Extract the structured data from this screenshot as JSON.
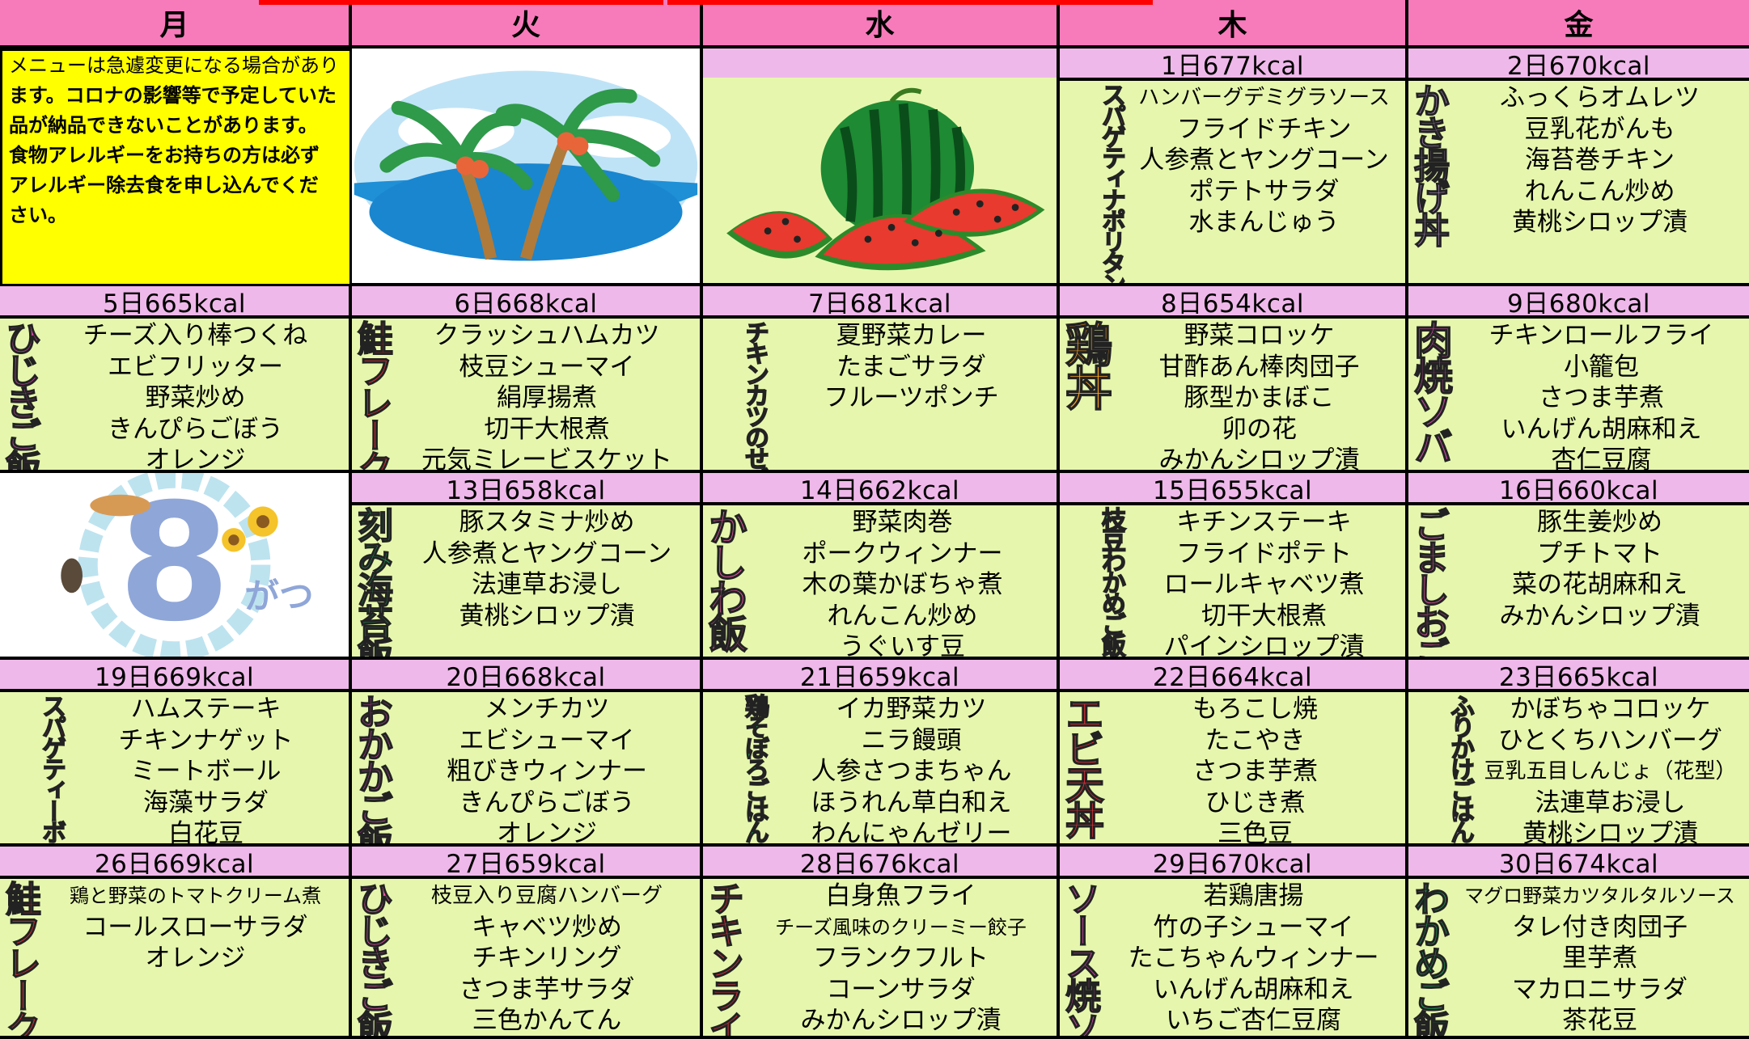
{
  "headers": [
    "月",
    "火",
    "水",
    "木",
    "金"
  ],
  "notice": {
    "lines": [
      "メニューは急遽変更になる場合があり",
      "ます。コロナの影響等で予定していた",
      "品が納品できないことがあります。",
      "食物アレルギーをお持ちの方は必ず",
      "アレルギー除去食を申し込んでくだ",
      "さい。"
    ]
  },
  "weeks": [
    [
      {
        "blank": true,
        "art": "notice"
      },
      {
        "blank": true,
        "art": "palm-trees-icon"
      },
      {
        "blank": true,
        "art": "watermelon-icon"
      },
      {
        "date": "1日677kcal",
        "main": "スパゲティナポリタン",
        "main_color": "#f97a1b",
        "items": [
          "ハンバーグデミグラソース",
          "フライドチキン",
          "人参煮とヤングコーン",
          "ポテトサラダ",
          "水まんじゅう"
        ]
      },
      {
        "date": "2日670kcal",
        "main": "かき揚げ丼",
        "main_color": "#c9a0dc",
        "items": [
          "ふっくらオムレツ",
          "豆乳花がんも",
          "海苔巻チキン",
          "れんこん炒め",
          "黄桃シロップ漬"
        ]
      }
    ],
    [
      {
        "date": "5日665kcal",
        "main": "ひじきご飯",
        "main_color": "#c54aa0",
        "items": [
          "チーズ入り棒つくね",
          "エビフリッター",
          "野菜炒め",
          "きんぴらごぼう",
          "オレンジ"
        ]
      },
      {
        "date": "6日668kcal",
        "main": "鮭フレーク飯",
        "main_color": "#f0303a",
        "items": [
          "クラッシュハムカツ",
          "枝豆シューマイ",
          "絹厚揚煮",
          "切干大根煮",
          "元気ミレービスケット"
        ]
      },
      {
        "date": "7日681kcal",
        "main": "チキンカツのせご飯",
        "main_color": "#f9a01b",
        "items": [
          "夏野菜カレー",
          "たまごサラダ",
          "フルーツポンチ"
        ]
      },
      {
        "date": "8日654kcal",
        "main": "鶏丼",
        "main_color": "#f9a01b",
        "items": [
          "野菜コロッケ",
          "甘酢あん棒肉団子",
          "豚型かまぼこ",
          "卯の花",
          "みかんシロップ漬"
        ]
      },
      {
        "date": "9日680kcal",
        "main": "肉焼ソバ",
        "main_color": "#c54aa0",
        "items": [
          "チキンロールフライ",
          "小籠包",
          "さつま芋煮",
          "いんげん胡麻和え",
          "杏仁豆腐"
        ]
      }
    ],
    [
      {
        "blank": true,
        "art": "august-8-icon"
      },
      {
        "date": "13日658kcal",
        "main": "刻み海苔飯",
        "main_color": "#19b05a",
        "items": [
          "豚スタミナ炒め",
          "人参煮とヤングコーン",
          "法連草お浸し",
          "黄桃シロップ漬"
        ]
      },
      {
        "date": "14日662kcal",
        "main": "かしわ飯",
        "main_color": "#f25aa8",
        "items": [
          "野菜肉巻",
          "ポークウィンナー",
          "木の葉かぼちゃ煮",
          "れんこん炒め",
          "うぐいす豆"
        ]
      },
      {
        "date": "15日655kcal",
        "main": "枝豆わかめご飯",
        "main_color": "#19b05a",
        "items": [
          "キチンステーキ",
          "フライドポテト",
          "ロールキャベツ煮",
          "切干大根煮",
          "パインシロップ漬"
        ]
      },
      {
        "date": "16日660kcal",
        "main": "ごましおご飯",
        "main_color": "#f25aa8",
        "items": [
          "豚生姜炒め",
          "プチトマト",
          "菜の花胡麻和え",
          "みかんシロップ漬"
        ]
      }
    ],
    [
      {
        "date": "19日669kcal",
        "main": "スパゲティーボロネーゼ",
        "main_color": "#f0303a",
        "items": [
          "ハムステーキ",
          "チキンナゲット",
          "ミートボール",
          "海藻サラダ",
          "白花豆"
        ]
      },
      {
        "date": "20日668kcal",
        "main": "おかかご飯",
        "main_color": "#c54aa0",
        "items": [
          "メンチカツ",
          "エビシューマイ",
          "粗びきウィンナー",
          "きんぴらごぼう",
          "オレンジ"
        ]
      },
      {
        "date": "21日659kcal",
        "main": "鶏そぼろごはん",
        "main_color": "#19b05a",
        "items": [
          "イカ野菜カツ",
          "ニラ饅頭",
          "人参さつまちゃん",
          "ほうれん草白和え",
          "わんにゃんゼリー"
        ]
      },
      {
        "date": "22日664kcal",
        "main": "エビ天丼",
        "main_color": "#f0303a",
        "items": [
          "もろこし焼",
          "たこやき",
          "さつま芋煮",
          "ひじき煮",
          "三色豆"
        ]
      },
      {
        "date": "23日665kcal",
        "main": "ふりかけごはん",
        "main_color": "#c9a0dc",
        "items": [
          "かぼちゃコロッケ",
          "ひとくちハンバーグ",
          "豆乳五目しんじょ（花型）",
          "法連草お浸し",
          "黄桃シロップ漬"
        ]
      }
    ],
    [
      {
        "date": "26日669kcal",
        "main": "鮭フレーク飯",
        "main_color": "#f0303a",
        "items": [
          "鶏と野菜のトマトクリーム煮",
          "コールスローサラダ",
          "オレンジ"
        ]
      },
      {
        "date": "27日659kcal",
        "main": "ひじきご飯",
        "main_color": "#f25aa8",
        "items": [
          "枝豆入り豆腐ハンバーグ",
          "キャベツ炒め",
          "チキンリング",
          "さつま芋サラダ",
          "三色かんてん"
        ]
      },
      {
        "date": "28日676kcal",
        "main": "チキンライス",
        "main_color": "#f0303a",
        "items": [
          "白身魚フライ",
          "チーズ風味のクリーミー餃子",
          "フランクフルト",
          "コーンサラダ",
          "みかんシロップ漬"
        ]
      },
      {
        "date": "29日670kcal",
        "main": "ソース焼ソバ",
        "main_color": "#c54aa0",
        "items": [
          "若鶏唐揚",
          "竹の子シューマイ",
          "たこちゃんウィンナー",
          "いんげん胡麻和え",
          "いちご杏仁豆腐"
        ]
      },
      {
        "date": "30日674kcal",
        "main": "わかめご飯",
        "main_color": "#19b05a",
        "items": [
          "マグロ野菜カツタルタルソース",
          "タレ付き肉団子",
          "里芋煮",
          "マカロニサラダ",
          "茶花豆"
        ]
      }
    ]
  ]
}
